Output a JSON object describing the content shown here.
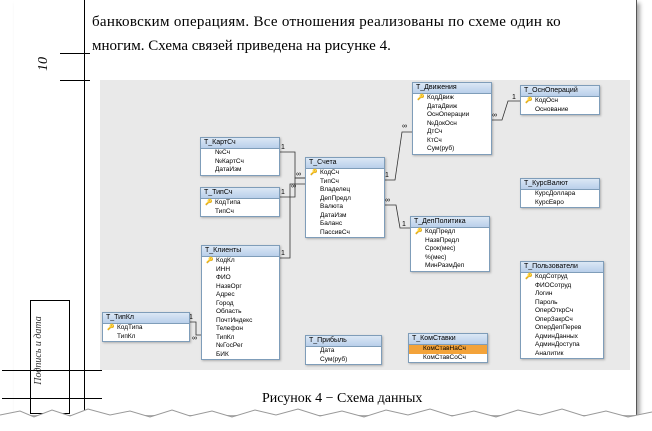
{
  "document": {
    "line1": "банковским операциям. Все отношения реализованы по схеме один ко",
    "line2": "многим. Схема связей приведена на рисунке 4.",
    "margin_dimension": "10",
    "side_stamp": "Подпись и дата",
    "caption": "Рисунок 4 − Схема данных"
  },
  "diagram": {
    "tables": [
      {
        "id": "kartsch",
        "title": "T_КартСч",
        "fields": [
          "№Сч",
          "№КартСч",
          "ДатаИзм"
        ],
        "key": null
      },
      {
        "id": "tipsch",
        "title": "T_ТипСч",
        "fields": [
          "КодТипа",
          "ТипСч"
        ],
        "key": 0
      },
      {
        "id": "klienty",
        "title": "T_Клиенты",
        "fields": [
          "КодКл",
          "ИНН",
          "ФИО",
          "НазвОрг",
          "Адрес",
          "Город",
          "Область",
          "ПочтИндекс",
          "Телефон",
          "ТипКл",
          "№ГосРег",
          "БИК"
        ],
        "key": 0
      },
      {
        "id": "tipkl",
        "title": "T_ТипКл",
        "fields": [
          "КодТипа",
          "ТипКл"
        ],
        "key": 0
      },
      {
        "id": "scheta",
        "title": "T_Счета",
        "fields": [
          "КодСч",
          "ТипСч",
          "Владелец",
          "ДепПредл",
          "Валюта",
          "ДатаИзм",
          "Баланс",
          "ПассивСч"
        ],
        "key": 0
      },
      {
        "id": "dvizh",
        "title": "T_Движения",
        "fields": [
          "КодДвиж",
          "ДатаДвиж",
          "ОснОперации",
          "№ДокОсн",
          "ДтСч",
          "КтСч",
          "Сум(руб)"
        ],
        "key": 0
      },
      {
        "id": "osnop",
        "title": "T_ОснОпераций",
        "fields": [
          "КодОсн",
          "Основание"
        ],
        "key": 0
      },
      {
        "id": "deppol",
        "title": "T_ДепПолитика",
        "fields": [
          "КодПредл",
          "НазвПредл",
          "Срок(мес)",
          "%(мес)",
          "МинРазмДеп"
        ],
        "key": 0
      },
      {
        "id": "kursval",
        "title": "T_КурсВалют",
        "fields": [
          "КурсДоллара",
          "КурсЕвро"
        ],
        "key": null
      },
      {
        "id": "users",
        "title": "T_Пользователи",
        "fields": [
          "КодСотруд",
          "ФИОСотруд",
          "Логин",
          "Пароль",
          "ОперОткрСч",
          "ОперЗакрСч",
          "ОперДепПерев",
          "АдминДанных",
          "АдминДоступа",
          "Аналитик"
        ],
        "key": 0
      },
      {
        "id": "pribyl",
        "title": "T_Прибыль",
        "fields": [
          "Дата",
          "Сум(руб)"
        ],
        "key": null
      },
      {
        "id": "komstavki",
        "title": "T_КомСтавки",
        "fields": [
          "КомСтавНаСч",
          "КомСтавСоСч"
        ],
        "key": null,
        "selected": 0
      }
    ],
    "relation_one": "1",
    "relation_many": "∞"
  }
}
